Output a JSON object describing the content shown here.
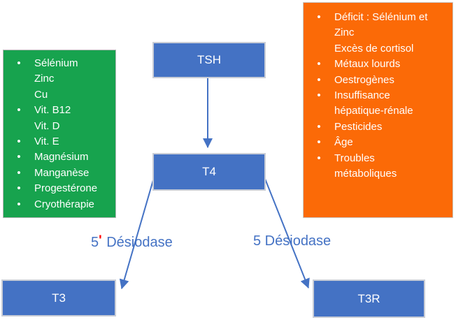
{
  "nodes": {
    "tsh": {
      "label": "TSH"
    },
    "t4": {
      "label": "T4"
    },
    "t3": {
      "label": "T3"
    },
    "t3r": {
      "label": "T3R"
    }
  },
  "enzyme_labels": {
    "left_number": "5",
    "left_prime": "'",
    "left_name": " Désiodase",
    "right": "5 Désiodase"
  },
  "green_panel": {
    "items": [
      {
        "marker": "•",
        "text": "Sélénium"
      },
      {
        "marker": "",
        "text": "Zinc"
      },
      {
        "marker": "",
        "text": "Cu"
      },
      {
        "marker": "•",
        "text": "Vit. B12"
      },
      {
        "marker": "",
        "text": "Vit. D"
      },
      {
        "marker": "•",
        "text": "Vit. E"
      },
      {
        "marker": "•",
        "text": "Magnésium"
      },
      {
        "marker": "•",
        "text": "Manganèse"
      },
      {
        "marker": "•",
        "text": "Progestérone"
      },
      {
        "marker": "•",
        "text": "Cryothérapie"
      }
    ]
  },
  "orange_panel": {
    "items": [
      {
        "marker": "•",
        "text": "Déficit : Sélénium et"
      },
      {
        "marker": "",
        "text": "Zinc"
      },
      {
        "marker": "",
        "text": "Excès de cortisol"
      },
      {
        "marker": "•",
        "text": "Métaux lourds"
      },
      {
        "marker": "•",
        "text": "Oestrogènes"
      },
      {
        "marker": "•",
        "text": "Insuffisance"
      },
      {
        "marker": "",
        "text": "hépatique-rénale"
      },
      {
        "marker": "•",
        "text": "Pesticides"
      },
      {
        "marker": "•",
        "text": "Âge"
      },
      {
        "marker": "•",
        "text": "Troubles"
      },
      {
        "marker": "",
        "text": "métaboliques"
      }
    ]
  },
  "colors": {
    "node_fill": "#4472C4",
    "node_border": "#C9CDD6",
    "green_fill": "#17A34E",
    "orange_fill": "#FB6A07",
    "connector": "#4472C4",
    "enzyme_text": "#4472C4",
    "prime_red": "#FF0000",
    "panel_text": "#FFFFFF"
  }
}
